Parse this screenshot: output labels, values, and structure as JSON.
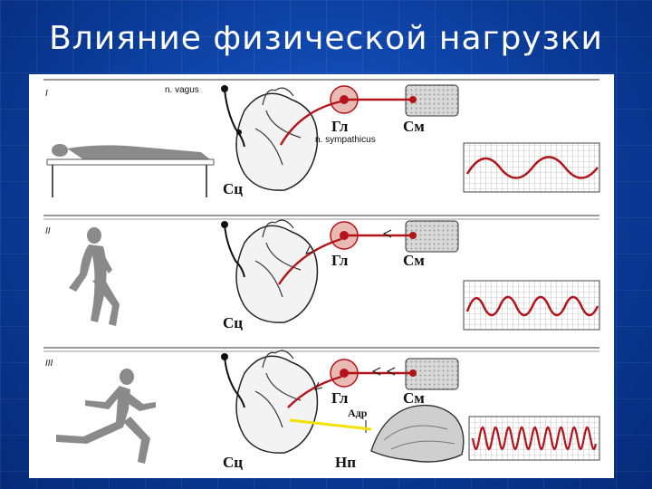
{
  "slide": {
    "title": "Влияние физической нагрузки"
  },
  "panels": [
    {
      "roman": "I",
      "vagus": "n. vagus",
      "sympathicus": "n. sympathicus",
      "sc": "Сц",
      "gl": "Гл",
      "sm": "См"
    },
    {
      "roman": "II",
      "sc": "Сц",
      "gl": "Гл",
      "sm": "См"
    },
    {
      "roman": "III",
      "sc": "Сц",
      "gl": "Гл",
      "sm": "См",
      "adr": "Адр",
      "np": "Нп"
    }
  ],
  "colors": {
    "nerve": "#b3141a",
    "adrenaline": "#f2e200",
    "grid": "#cfcfcf",
    "body": "#8a8a8a"
  }
}
